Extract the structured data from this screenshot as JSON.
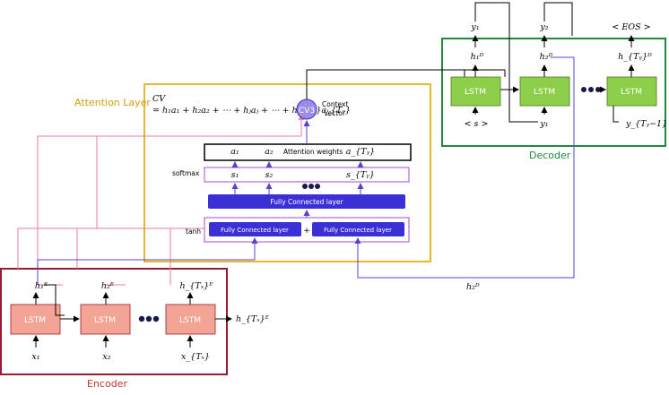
{
  "encoder": {
    "title": "Encoder",
    "lstm_label": "LSTM",
    "inputs": [
      "x₁",
      "x₂",
      "x_{Tₓ}"
    ],
    "hidden": [
      "h₁ᴱ",
      "h₂ᴱ",
      "h_{Tₓ}ᴱ"
    ],
    "final_hidden": "h_{Tₓ}ᴱ"
  },
  "attention": {
    "title": "Attention Layer",
    "cv_formula_line1": "CV",
    "cv_formula_line2": "= h₁a₁ + h₂a₂ + ⋯ + hⱼaⱼ + ⋯ + h_{Tᵧ}a_{Tᵧ}",
    "cv_node": "CV3",
    "cv_caption_line1": "Context",
    "cv_caption_line2": "Vector",
    "weights_row": [
      "a₁",
      "a₂",
      "a_{Tᵧ}"
    ],
    "weights_label": "Attention weights",
    "softmax_label": "softmax",
    "scores_row": [
      "s₁",
      "s₂",
      "s_{Tᵧ}"
    ],
    "fc_top": "Fully Connected layer",
    "tanh_label": "tanh",
    "fc_left": "Fully Connected layer",
    "fc_right": "Fully Connected layer",
    "plus": "+"
  },
  "decoder": {
    "title": "Decoder",
    "lstm_label": "LSTM",
    "outputs": [
      "y₁",
      "y₂",
      "< EOS >"
    ],
    "hidden": [
      "h₁ᴰ",
      "h₂ᴰ",
      "h_{Tᵧ}ᴰ"
    ],
    "inputs": [
      "< s >",
      "y₁",
      "y_{Tᵧ−1}"
    ],
    "feedback_hidden": "h₂ᴰ"
  },
  "colors": {
    "encoder_border": "#9b1b30",
    "encoder_lstm": "#f2a594",
    "attention_border": "#e6b82e",
    "decoder_border": "#1e8a3c",
    "decoder_lstm": "#8dcf4a",
    "fc_fill": "#3b2fd6",
    "pink_line": "#f07a9a",
    "purple_line": "#5b3fd0",
    "cv_fill": "#9b8ce8"
  }
}
